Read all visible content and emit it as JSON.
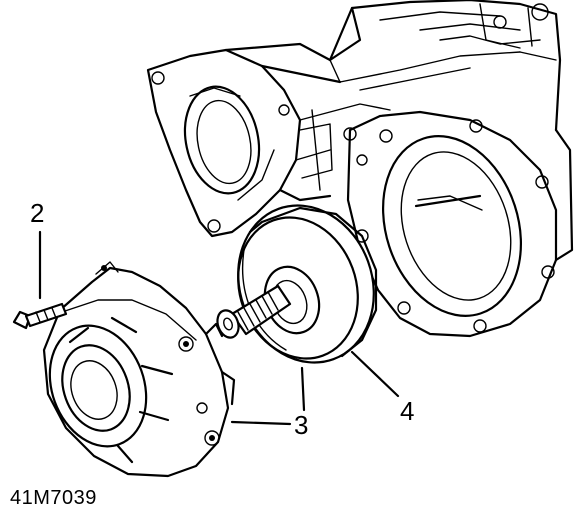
{
  "diagram": {
    "callouts": [
      {
        "id": "2",
        "label": "2"
      },
      {
        "id": "3",
        "label": "3"
      },
      {
        "id": "4",
        "label": "4"
      }
    ],
    "figure_code": "41M7039"
  }
}
